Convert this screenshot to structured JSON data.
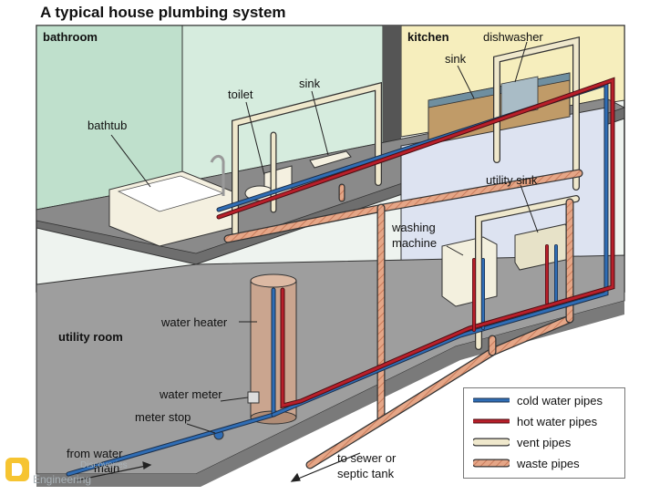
{
  "title": "A typical house plumbing system",
  "rooms": {
    "bathroom": "bathroom",
    "kitchen": "kitchen",
    "utility_room": "utility room"
  },
  "labels": {
    "bathtub": "bathtub",
    "toilet": "toilet",
    "bathroom_sink": "sink",
    "kitchen_sink": "sink",
    "dishwasher": "dishwasher",
    "utility_sink": "utility sink",
    "washing_machine_1": "washing",
    "washing_machine_2": "machine",
    "water_heater": "water heater",
    "water_meter": "water meter",
    "meter_stop": "meter stop",
    "from_water_main_1": "from water",
    "from_water_main_2": "main",
    "to_sewer_1": "to sewer or",
    "to_sewer_2": "septic tank"
  },
  "legend": [
    {
      "label": "cold water pipes",
      "color": "#2f6db5",
      "kind": "cold"
    },
    {
      "label": "hot water pipes",
      "color": "#b81f2a",
      "kind": "hot"
    },
    {
      "label": "vent pipes",
      "color": "#efe8cc",
      "kind": "vent"
    },
    {
      "label": "waste pipes",
      "color": "#e5a687",
      "kind": "waste"
    }
  ],
  "watermark": {
    "line1": "Discoveries",
    "line2": "Engineering"
  },
  "colors": {
    "cold": "#2f6db5",
    "hot": "#b81f2a",
    "vent": "#efe8cc",
    "waste": "#e5a687",
    "floor": "#9a9a9a",
    "bathroom_wall": "#c9e5d4",
    "kitchen_wall": "#f6eebd",
    "utility_wall": "#dde3f1"
  }
}
